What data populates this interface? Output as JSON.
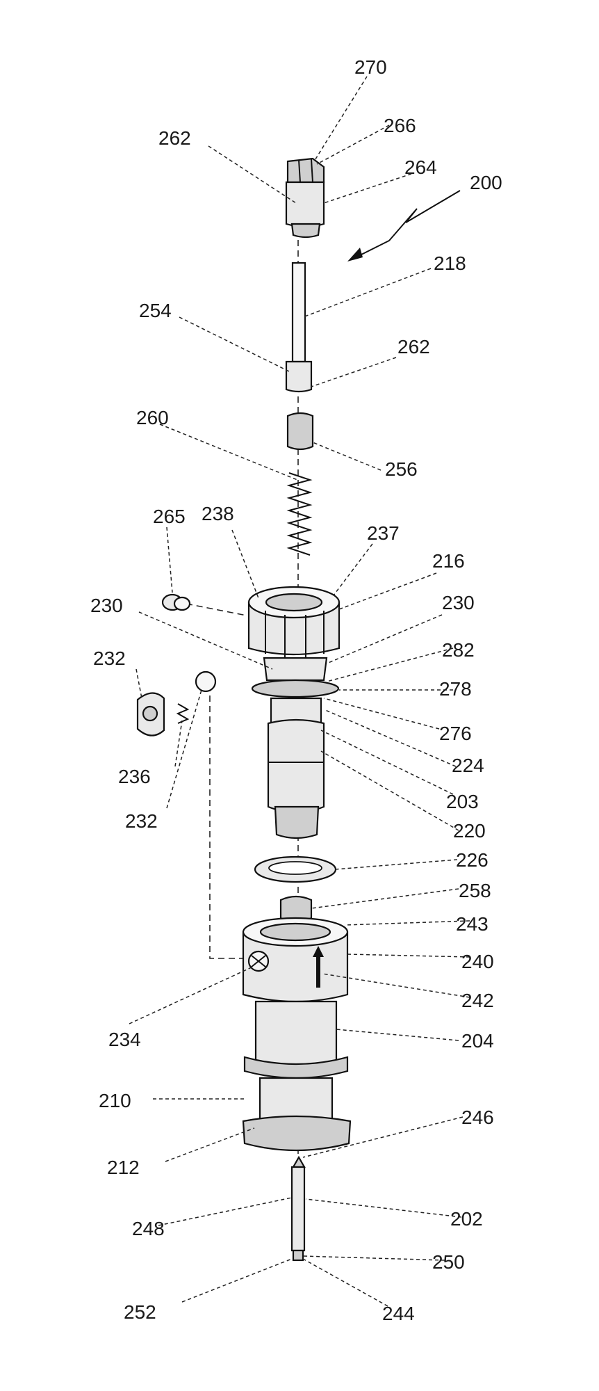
{
  "labels": {
    "l270": "270",
    "l266": "266",
    "l262a": "262",
    "l264": "264",
    "l200": "200",
    "l218": "218",
    "l254": "254",
    "l262b": "262",
    "l260": "260",
    "l256": "256",
    "l265": "265",
    "l238": "238",
    "l237": "237",
    "l216": "216",
    "l230a": "230",
    "l230b": "230",
    "l282": "282",
    "l232a": "232",
    "l278": "278",
    "l276": "276",
    "l236": "236",
    "l224": "224",
    "l203": "203",
    "l232b": "232",
    "l220": "220",
    "l226": "226",
    "l258": "258",
    "l243": "243",
    "l240": "240",
    "l242": "242",
    "l234": "234",
    "l204": "204",
    "l210": "210",
    "l246": "246",
    "l212": "212",
    "l202": "202",
    "l248": "248",
    "l250": "250",
    "l252": "252",
    "l244": "244"
  }
}
